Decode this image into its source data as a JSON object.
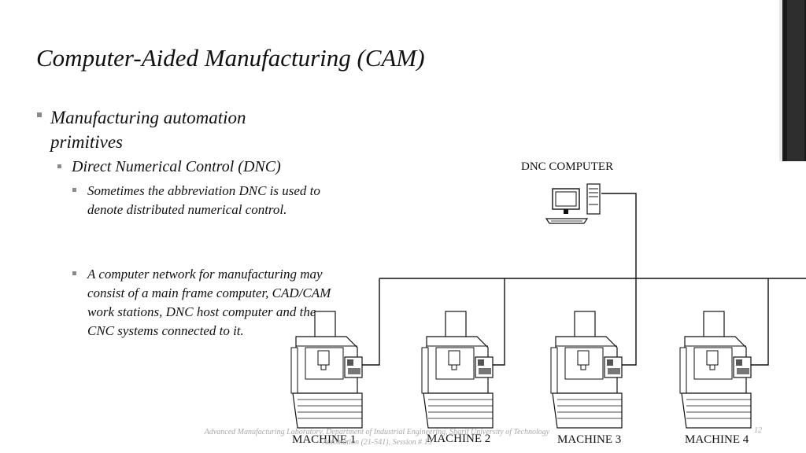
{
  "slide": {
    "title": "Computer-Aided Manufacturing (CAM)",
    "bullet_1": "Manufacturing automation primitives",
    "bullet_2": "Direct Numerical Control (DNC)",
    "bullet_3": "Sometimes the abbreviation DNC is used to denote distributed numerical control.",
    "bullet_4": "A computer network for manufacturing may consist of a main frame computer, CAD/CAM work stations, DNC host computer and the CNC systems connected to it."
  },
  "diagram": {
    "computer_label": "DNC COMPUTER",
    "machines": [
      "MACHINE 1",
      "MACHINE 2",
      "MACHINE 3",
      "MACHINE 4"
    ]
  },
  "footer": {
    "line_1": "Advanced Manufacturing Laboratory, Department of Industrial Engineering, Sharif University of Technology",
    "line_2": "Automation (21-541), Session # 13",
    "page_number": "12"
  }
}
